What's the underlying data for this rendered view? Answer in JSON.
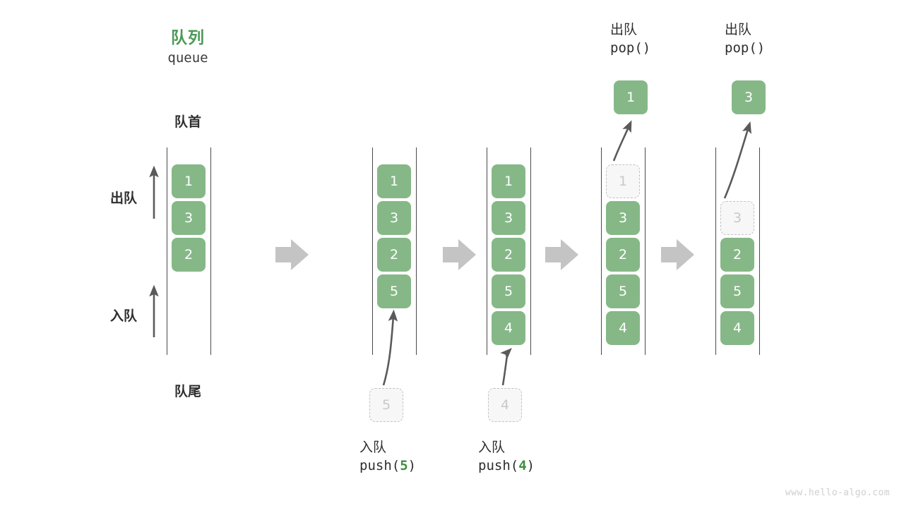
{
  "diagram": {
    "title_cn": "队列",
    "title_en": "queue",
    "front_label": "队首",
    "rear_label": "队尾",
    "dequeue_label": "出队",
    "enqueue_label": "入队",
    "watermark": "www.hello-algo.com",
    "accent_color": "#4a9a56",
    "cell_color": "#86b887",
    "ghost_color": "#f7f7f7",
    "rail_color": "#4a4a4a",
    "chevron_color": "#c4c4c4"
  },
  "columns": [
    {
      "id": "initial",
      "cells": [
        "1",
        "3",
        "2"
      ],
      "ghost_index": null,
      "caption_cn": "",
      "caption_code_prefix": "",
      "caption_code_arg": "",
      "caption_code_suffix": "",
      "popped_value": null
    },
    {
      "id": "push-5",
      "cells": [
        "1",
        "3",
        "2",
        "5"
      ],
      "ghost_index": null,
      "incoming_value": "5",
      "caption_cn": "入队",
      "caption_code_prefix": "push(",
      "caption_code_arg": "5",
      "caption_code_suffix": ")",
      "popped_value": null
    },
    {
      "id": "push-4",
      "cells": [
        "1",
        "3",
        "2",
        "5",
        "4"
      ],
      "ghost_index": null,
      "incoming_value": "4",
      "caption_cn": "入队",
      "caption_code_prefix": "push(",
      "caption_code_arg": "4",
      "caption_code_suffix": ")",
      "popped_value": null
    },
    {
      "id": "pop-1",
      "cells": [
        "1",
        "3",
        "2",
        "5",
        "4"
      ],
      "ghost_index": 0,
      "caption_cn": "出队",
      "caption_code_prefix": "pop(",
      "caption_code_arg": "",
      "caption_code_suffix": ")",
      "popped_value": "1"
    },
    {
      "id": "pop-3",
      "cells": [
        "3",
        "2",
        "5",
        "4"
      ],
      "ghost_index": 0,
      "ghost_row_offset": 1,
      "caption_cn": "出队",
      "caption_code_prefix": "pop(",
      "caption_code_arg": "",
      "caption_code_suffix": ")",
      "popped_value": "3"
    }
  ]
}
